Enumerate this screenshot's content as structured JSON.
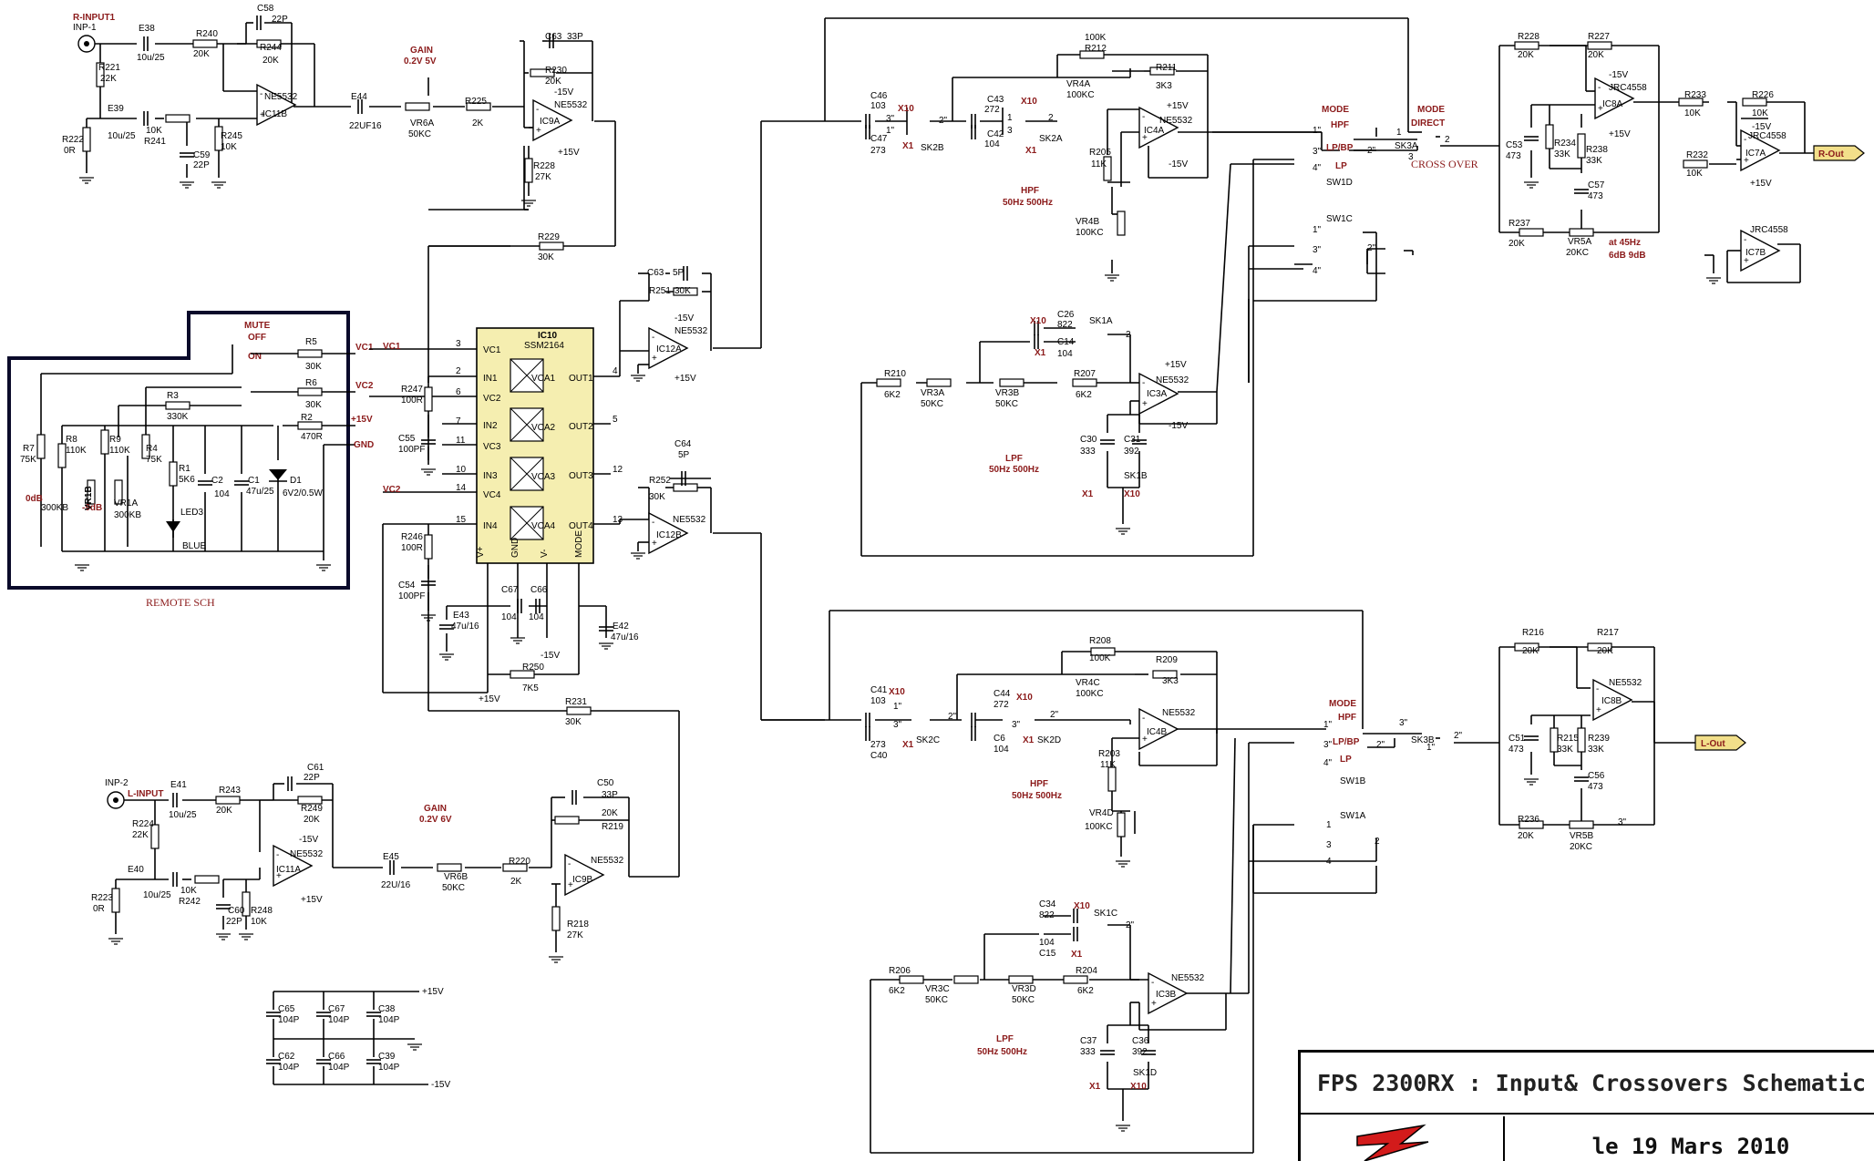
{
  "title_block": {
    "title": "FPS 2300RX : Input& Crossovers Schematic",
    "date": "le 19 Mars 2010"
  },
  "colors": {
    "ic_fill": "#f5eeb0",
    "label_red": "#8b1a1a",
    "out_arrow": "#f2df8a",
    "remote_box": "#0a0a2a"
  },
  "labels": {
    "r_input": "R-INPUT1",
    "inp1": "INP-1",
    "l_input": "L-INPUT",
    "inp2": "INP-2",
    "gain": "GAIN",
    "gain_range_r": "0.2V 5V",
    "gain_range_l": "0.2V 6V",
    "mute": "MUTE",
    "off": "OFF",
    "on": "ON",
    "remote": "REMOTE SCH",
    "mode": "MODE",
    "direct": "DIRECT",
    "crossover": "CROSS OVER",
    "hpf": "HPF",
    "lpf": "LPF",
    "lpbp": "LP/BP",
    "lp": "LP",
    "hpf_range": "50Hz 500Hz",
    "at45": "at 45Hz",
    "db": "6dB 9dB",
    "rout": "R-Out",
    "lout": "L-Out",
    "vc1": "VC1",
    "vc2": "VC2",
    "p15": "+15V",
    "m15": "-15V",
    "gnd": "GND",
    "ssm": "SSM2164",
    "ic10": "IC10",
    "blue": "BLUE",
    "led": "LED3",
    "vca1": "VCA1",
    "vca2": "VCA2",
    "vca3": "VCA3",
    "vca4": "VCA4",
    "odb": "0dB",
    "m9db": "-9dB"
  }
}
